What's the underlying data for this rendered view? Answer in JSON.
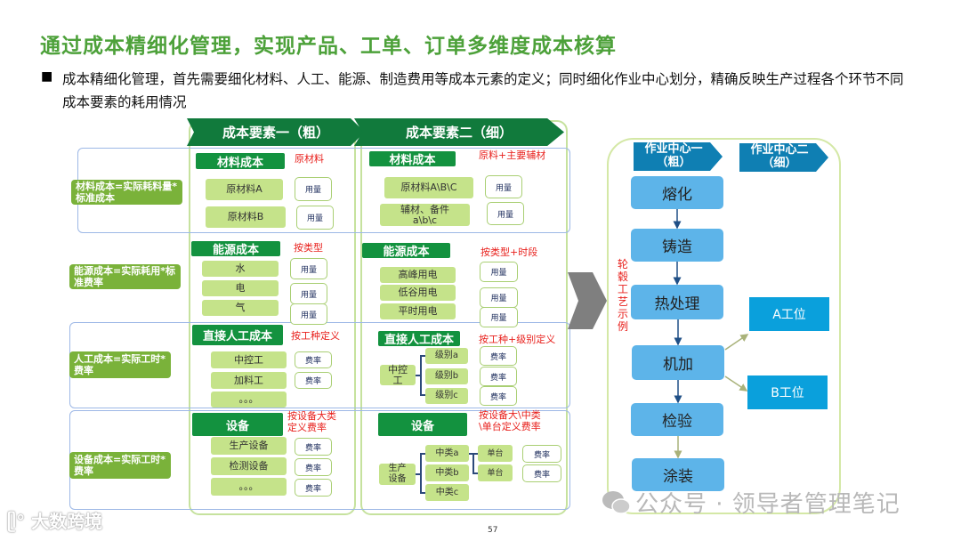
{
  "title": "通过成本精细化管理，实现产品、工单、订单多维度成本核算",
  "bullet": "成本精细化管理，首先需要细化材料、人工、能源、制造费用等成本元素的定义；同时细化作业中心划分，精确反映生产过程各个环节不同成本要素的耗用情况",
  "headers": {
    "coarse": "成本要素一（粗）",
    "fine": "成本要素二（细）"
  },
  "row_labels": [
    "材料成本=实际耗料量*标准成本",
    "能源成本=实际耗用*标准费率",
    "人工成本=实际工时*费率",
    "设备成本=实际工时*费率"
  ],
  "coarse": {
    "material": {
      "head": "材料成本",
      "note": "原材料",
      "items": [
        "原材料A",
        "原材料B"
      ],
      "unit": "用量"
    },
    "energy": {
      "head": "能源成本",
      "note": "按类型",
      "items": [
        "水",
        "电",
        "气"
      ],
      "unit": "用量"
    },
    "labor": {
      "head": "直接人工成本",
      "note": "按工种定义",
      "items": [
        "中控工",
        "加料工",
        "。。。"
      ],
      "unit": "费率"
    },
    "equip": {
      "head": "设备",
      "note": "按设备大类定义费率",
      "items": [
        "生产设备",
        "检测设备",
        "。。。"
      ],
      "unit": "费率"
    }
  },
  "fine": {
    "material": {
      "head": "材料成本",
      "note": "原料+主要辅材",
      "items": [
        "原材料A\\B\\C",
        "辅材、备件 a\\b\\c"
      ],
      "unit": "用量"
    },
    "energy": {
      "head": "能源成本",
      "note": "按类型+时段",
      "items": [
        "高峰用电",
        "低谷用电",
        "平时用电"
      ],
      "unit": "用量"
    },
    "labor": {
      "head": "直接人工成本",
      "note": "按工种+级别定义",
      "parent": "中控工",
      "items": [
        "级别a",
        "级别b",
        "级别c"
      ],
      "unit": "费率"
    },
    "equip": {
      "head": "设备",
      "note": "按设备大\\中类\\单台定义费率",
      "parent": "生产设备",
      "items": [
        "中类a",
        "中类b",
        "中类c"
      ],
      "sub": [
        "单台",
        "单台"
      ],
      "unit": "费率"
    }
  },
  "centers": {
    "one": "作业中心一（粗）",
    "two": "作业中心二（细）",
    "example": "轮毂工艺示例",
    "steps": [
      "熔化",
      "铸造",
      "热处理",
      "机加",
      "检验",
      "涂装"
    ],
    "stations": [
      "A工位",
      "B工位"
    ]
  },
  "watermark": "公众号 · 领导者管理笔记",
  "logo": "大数跨境",
  "page": "57"
}
